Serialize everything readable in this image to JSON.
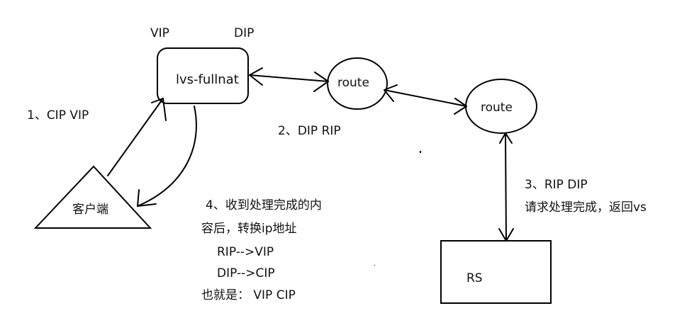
{
  "labels": {
    "vip": "VIP",
    "dip": "DIP",
    "lvs": "lvs-fullnat",
    "route1": "route",
    "route2": "route",
    "client": "客户端",
    "rs": "RS",
    "step1": "1、CIP VIP",
    "step2": "2、DIP RIP",
    "step3_line1": "3、RIP  DIP",
    "step3_line2": "请求处理完成，返回vs",
    "step4_line1": "4、收到处理完成的内",
    "step4_line2": "容后，转换ip地址",
    "step4_line3": "RIP-->VIP",
    "step4_line4": "DIP-->CIP",
    "step4_line5": "也就是：  VIP  CIP"
  }
}
